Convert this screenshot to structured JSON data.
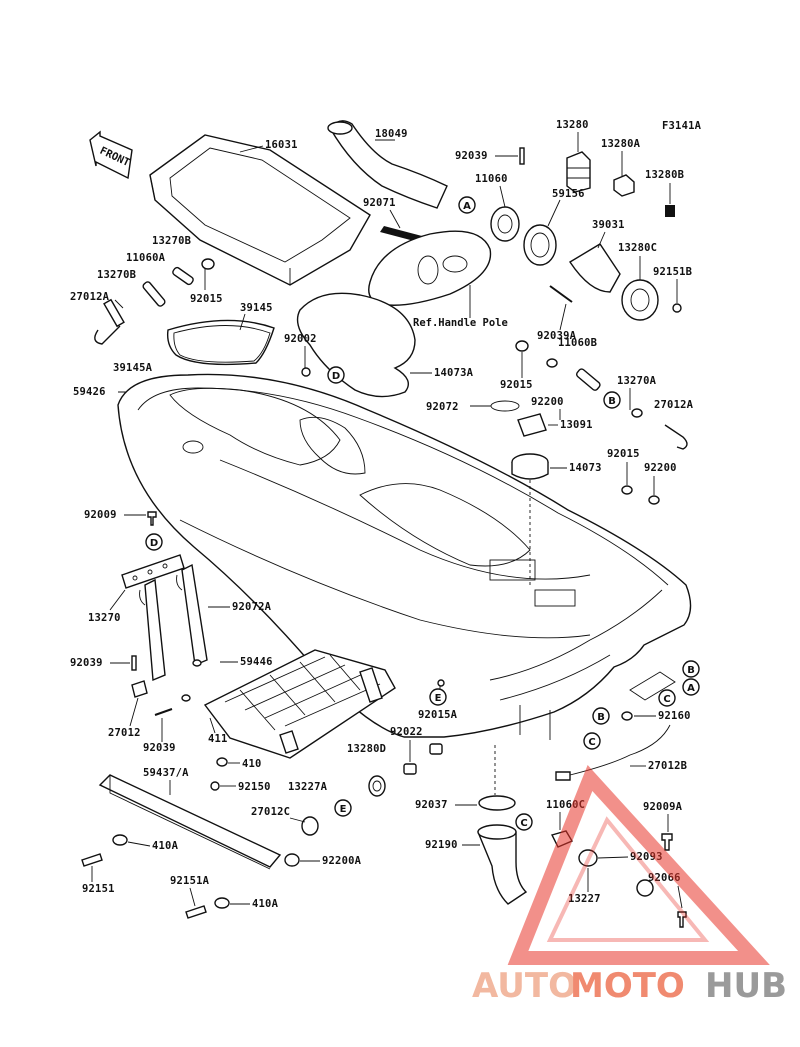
{
  "figure_code": "F3141A",
  "front_label": "FRONT",
  "ref_note": "Ref.Handle Pole",
  "part_labels": {
    "p16031": "16031",
    "p18049": "18049",
    "p92039_top": "92039",
    "p13280": "13280",
    "p13280A": "13280A",
    "p13280B": "13280B",
    "p11060": "11060",
    "p59156": "59156",
    "p92071": "92071",
    "p39031": "39031",
    "p13280C": "13280C",
    "p92151B": "92151B",
    "p13270B_top": "13270B",
    "p11060A": "11060A",
    "p13270B": "13270B",
    "p27012A_left": "27012A",
    "p92015_left": "92015",
    "p39145": "39145",
    "p92002": "92002",
    "p92039A": "92039A",
    "p11060B": "11060B",
    "p39145A": "39145A",
    "p14073A": "14073A",
    "p92015_mid": "92015",
    "p13270A": "13270A",
    "p59426": "59426",
    "p92072": "92072",
    "p92200_mid": "92200",
    "p27012A_right": "27012A",
    "p13091": "13091",
    "p14073": "14073",
    "p92015_right": "92015",
    "p92200_right": "92200",
    "p92009": "92009",
    "p13270": "13270",
    "p92072A": "92072A",
    "p92039_left": "92039",
    "p59446": "59446",
    "p27012": "27012",
    "p92039_low": "92039",
    "p411": "411",
    "p410": "410",
    "p92015A": "92015A",
    "p92022": "92022",
    "p13280D": "13280D",
    "p92160": "92160",
    "p59437A": "59437/A",
    "p92150": "92150",
    "p13227A": "13227A",
    "p27012C": "27012C",
    "p27012B": "27012B",
    "p92037": "92037",
    "p11060C": "11060C",
    "p92009A": "92009A",
    "p410A_1": "410A",
    "p92200A": "92200A",
    "p92190": "92190",
    "p92093": "92093",
    "p92151": "92151",
    "p92151A": "92151A",
    "p410A_2": "410A",
    "p13227": "13227",
    "p92066": "92066"
  },
  "callouts": {
    "a": "A",
    "b": "B",
    "c": "C",
    "d": "D",
    "e": "E"
  },
  "watermark": {
    "part1": "AUTO",
    "part2": "MOTO",
    "part3": "HUB"
  },
  "colors": {
    "ink": "#111111",
    "watermark_triangle": "#e8342a",
    "watermark_auto": "#f2b8a0",
    "watermark_hub": "#9a9a9a"
  }
}
